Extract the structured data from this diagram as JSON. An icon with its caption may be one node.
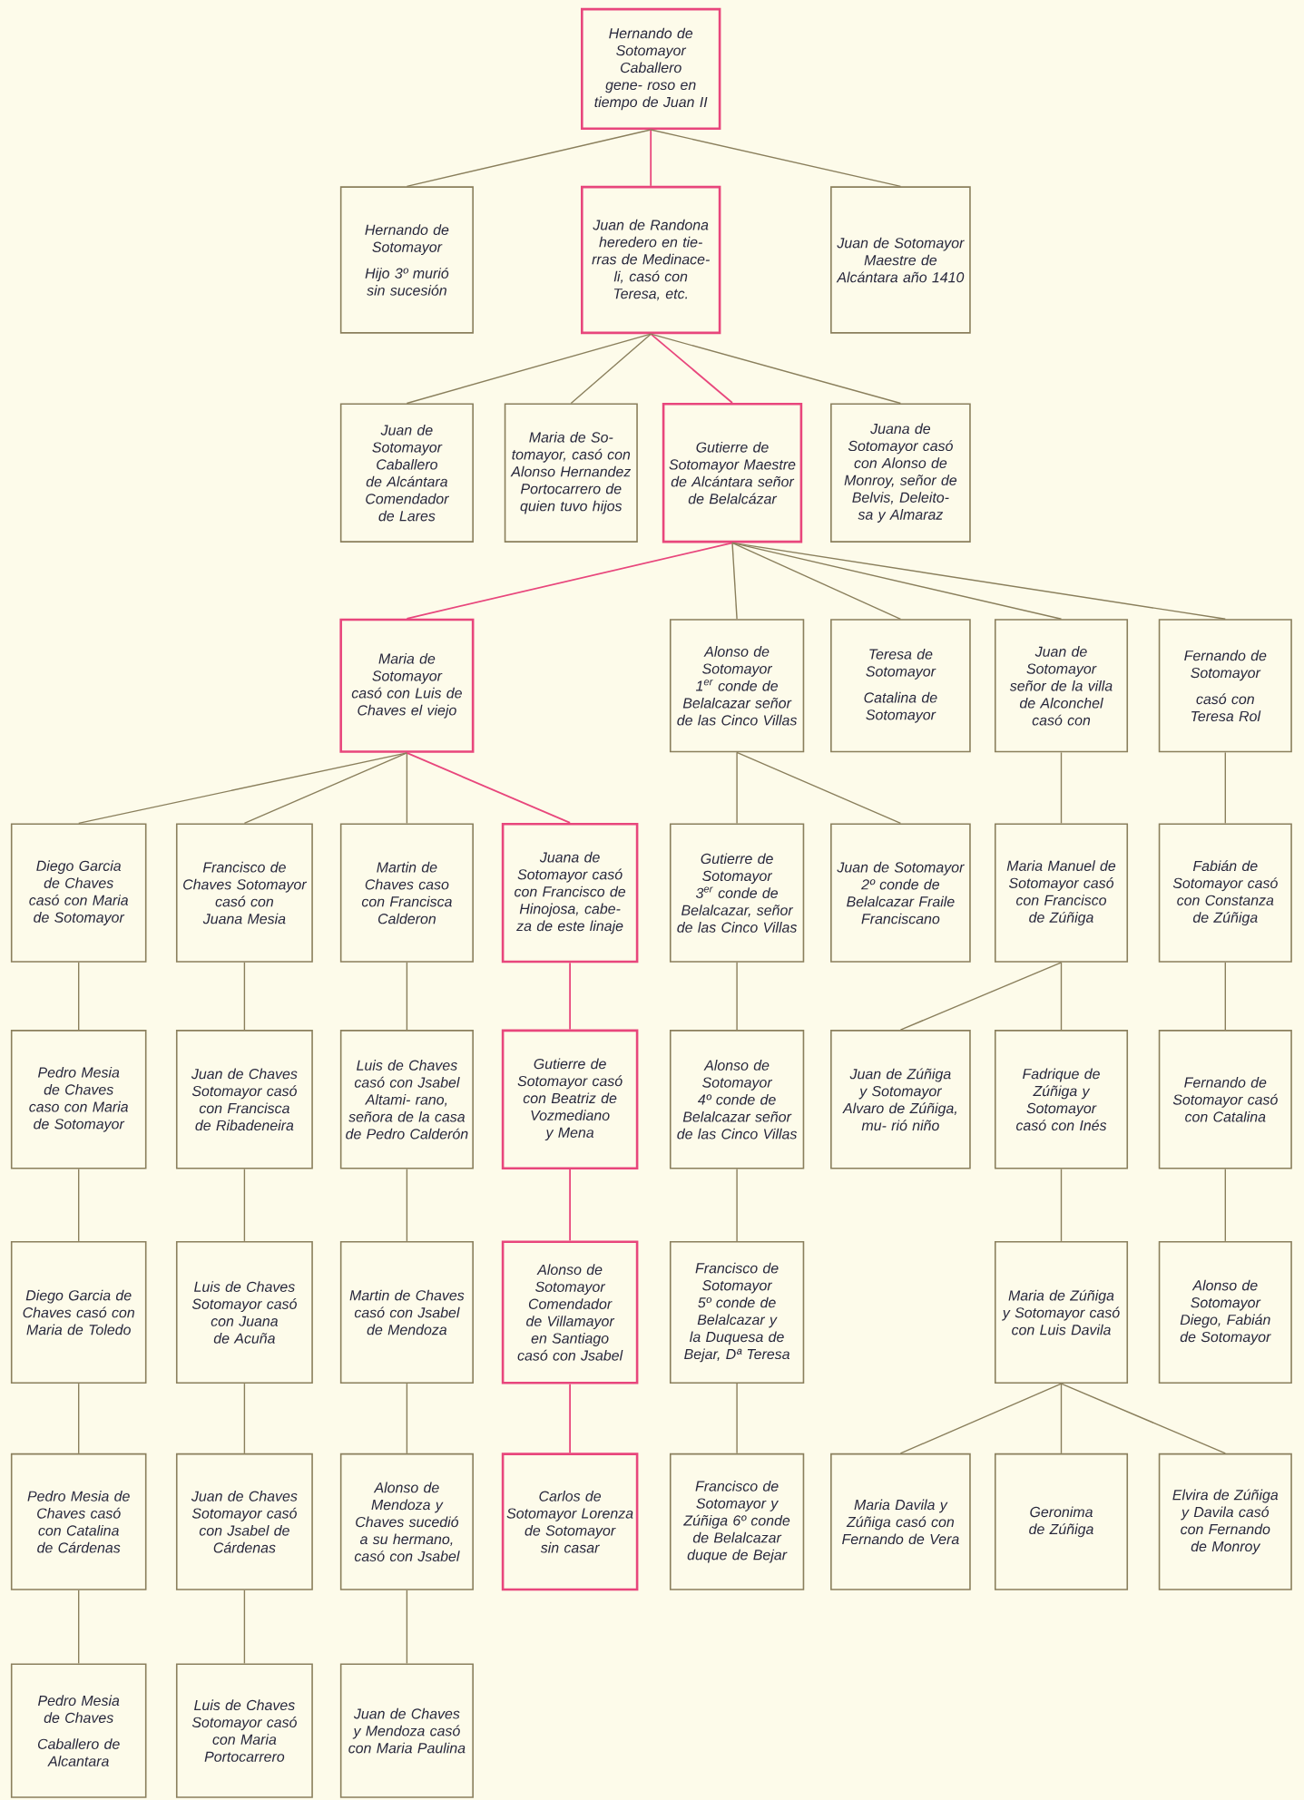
{
  "diagram": {
    "nodes": [
      {
        "text": [
          "Hernando de Sotomayor Caballero gene- roso en tiempo de Juan II"
        ]
      },
      {
        "text": [
          "Hernando de Sotomayor",
          "Hijo 3º murió sin sucesión"
        ]
      },
      {
        "text": [
          "Juan de Randona heredero en tie- rras de Medinace- li, casó con Teresa, etc."
        ]
      },
      {
        "text": [
          "Juan de Sotomayor Maestre de Alcántara año 1410"
        ]
      },
      {
        "text": [
          "Juan de Sotomayor Caballero de Alcántara Comendador de Lares"
        ]
      },
      {
        "text": [
          "Maria de So- tomayor, casó con Alonso Hernandez Portocarrero de quien tuvo hijos"
        ]
      },
      {
        "text": [
          "Gutierre de Sotomayor Maestre de Alcántara señor de Belalcázar"
        ]
      },
      {
        "text": [
          "Juana de Sotomayor casó con Alonso de Monroy, señor de Belvis, Deleito- sa y Almaraz"
        ]
      },
      {
        "text": [
          "Maria de Sotomayor casó con Luis de Chaves el viejo"
        ]
      },
      {
        "text": [
          "Alonso de Sotomayor 1$^{er}$ conde de Belalcazar señor de las Cinco Villas"
        ]
      },
      {
        "text": [
          "Teresa de Sotomayor",
          "Catalina de Sotomayor"
        ]
      },
      {
        "text": [
          "Juan de Sotomayor señor de la villa de Alconchel casó con"
        ]
      },
      {
        "text": [
          "Fernando de Sotomayor",
          "casó con Teresa Rol"
        ]
      },
      {
        "text": [
          "Diego Garcia de Chaves casó con Maria de Sotomayor"
        ]
      },
      {
        "text": [
          "Francisco de Chaves Sotomayor casó con Juana Mesia"
        ]
      },
      {
        "text": [
          "Martin de Chaves caso con Francisca Calderon"
        ]
      },
      {
        "text": [
          "Juana de Sotomayor casó con Francisco de Hinojosa, cabe- za de este linaje"
        ]
      },
      {
        "text": [
          "Gutierre de Sotomayor 3$^{er}$ conde de Belalcazar, señor de las Cinco Villas"
        ]
      },
      {
        "text": [
          "Juan de Sotomayor 2º conde de Belalcazar Fraile Franciscano"
        ]
      },
      {
        "text": [
          "Maria Manuel de Sotomayor casó con Francisco de Zúñiga"
        ]
      },
      {
        "text": [
          "Fabián de Sotomayor casó con Constanza de Zúñiga"
        ]
      },
      {
        "text": [
          "Pedro Mesia de Chaves caso con Maria de Sotomayor"
        ]
      },
      {
        "text": [
          "Juan de Chaves Sotomayor casó con Francisca de Ribadeneira"
        ]
      },
      {
        "text": [
          "Luis de Chaves casó con Jsabel Altami- rano, señora de la casa de Pedro Calderón"
        ]
      },
      {
        "text": [
          "Gutierre de Sotomayor casó con Beatriz de Vozmediano y Mena"
        ]
      },
      {
        "text": [
          "Alonso de Sotomayor 4º conde de Belalcazar señor de las Cinco Villas"
        ]
      },
      {
        "text": [
          "Juan de Zúñiga y Sotomayor Alvaro de Zúñiga, mu- rió niño"
        ]
      },
      {
        "text": [
          "Fadrique de Zúñiga y Sotomayor casó con Inés"
        ]
      },
      {
        "text": [
          "Fernando de Sotomayor casó con Catalina"
        ]
      },
      {
        "text": [
          "Diego Garcia de Chaves casó con Maria de Toledo"
        ]
      },
      {
        "text": [
          "Luis de Chaves Sotomayor casó con Juana de Acuña"
        ]
      },
      {
        "text": [
          "Martin de Chaves casó con Jsabel de Mendoza"
        ]
      },
      {
        "text": [
          "Alonso de Sotomayor Comendador de Villamayor en Santiago casó con Jsabel"
        ]
      },
      {
        "text": [
          "Francisco de Sotomayor 5º conde de Belalcazar y la Duquesa de Bejar, Dª Teresa"
        ]
      },
      {
        "text": [
          "Maria de Zúñiga y Sotomayor casó con Luis Davila"
        ]
      },
      {
        "text": [
          "Alonso de Sotomayor Diego, Fabián de Sotomayor"
        ]
      },
      {
        "text": [
          "Pedro Mesia de Chaves casó con Catalina de Cárdenas"
        ]
      },
      {
        "text": [
          "Juan de Chaves Sotomayor casó con Jsabel de Cárdenas"
        ]
      },
      {
        "text": [
          "Alonso de Mendoza y Chaves sucedió a su hermano, casó con Jsabel"
        ]
      },
      {
        "text": [
          "Carlos de Sotomayor Lorenza de Sotomayor sin casar"
        ]
      },
      {
        "text": [
          "Francisco de Sotomayor y Zúñiga 6º conde de Belalcazar duque de Bejar"
        ]
      },
      {
        "text": [
          "Maria Davila y Zúñiga casó con Fernando de Vera"
        ]
      },
      {
        "text": [
          "Geronima de Zúñiga"
        ]
      },
      {
        "text": [
          "Elvira de Zúñiga y Davila casó con Fernando de Monroy"
        ]
      },
      {
        "text": [
          "Pedro Mesia de Chaves",
          "Caballero de Alcantara"
        ]
      },
      {
        "text": [
          "Luis de Chaves Sotomayor casó con Maria Portocarrero"
        ]
      },
      {
        "text": [
          "Juan de Chaves y Mendoza casó con Maria Paulina"
        ]
      }
    ],
    "edges": [
      {
        "from": 0,
        "to": 1,
        "arrow": "none"
      },
      {
        "from": 0,
        "to": 2,
        "arrow": "none",
        "color": "#e8467c"
      },
      {
        "from": 0,
        "to": 3,
        "arrow": "none"
      },
      {
        "from": 2,
        "to": 4,
        "arrow": "none"
      },
      {
        "from": 2,
        "to": 5,
        "arrow": "none"
      },
      {
        "from": 2,
        "to": 6,
        "arrow": "none",
        "color": "#e8467c"
      },
      {
        "from": 2,
        "to": 7,
        "arrow": "none"
      },
      {
        "from": 6,
        "to": 8,
        "arrow": "none",
        "color": "#e8467c"
      },
      {
        "from": 6,
        "to": 9,
        "arrow": "none"
      },
      {
        "from": 6,
        "to": 10,
        "arrow": "none"
      },
      {
        "from": 6,
        "to": 11,
        "arrow": "none"
      },
      {
        "from": 6,
        "to": 12,
        "arrow": "none"
      },
      {
        "from": 8,
        "to": 13,
        "arrow": "none"
      },
      {
        "from": 8,
        "to": 14,
        "arrow": "none"
      },
      {
        "from": 8,
        "to": 15,
        "arrow": "none"
      },
      {
        "from": 8,
        "to": 16,
        "arrow": "none",
        "color": "#e8467c"
      },
      {
        "from": 9,
        "to": 17,
        "arrow": "none"
      },
      {
        "from": 9,
        "to": 18,
        "arrow": "none"
      },
      {
        "from": 11,
        "to": 19,
        "arrow": "none"
      },
      {
        "from": 12,
        "to": 20,
        "arrow": "none"
      },
      {
        "from": 13,
        "to": 21,
        "arrow": "none"
      },
      {
        "from": 14,
        "to": 22,
        "arrow": "none"
      },
      {
        "from": 15,
        "to": 23,
        "arrow": "none"
      },
      {
        "from": 16,
        "to": 24,
        "arrow": "none",
        "color": "#e8467c"
      },
      {
        "from": 17,
        "to": 25,
        "arrow": "none"
      },
      {
        "from": 19,
        "to": 26,
        "arrow": "none"
      },
      {
        "from": 19,
        "to": 27,
        "arrow": "none"
      },
      {
        "from": 20,
        "to": 28,
        "arrow": "none"
      },
      {
        "from": 21,
        "to": 29,
        "arrow": "none"
      },
      {
        "from": 22,
        "to": 30,
        "arrow": "none"
      },
      {
        "from": 23,
        "to": 31,
        "arrow": "none"
      },
      {
        "from": 24,
        "to": 32,
        "arrow": "none",
        "color": "#e8467c"
      },
      {
        "from": 25,
        "to": 33,
        "arrow": "none"
      },
      {
        "from": 27,
        "to": 34,
        "arrow": "none"
      },
      {
        "from": 28,
        "to": 35,
        "arrow": "none"
      },
      {
        "from": 29,
        "to": 36,
        "arrow": "none"
      },
      {
        "from": 30,
        "to": 37,
        "arrow": "none"
      },
      {
        "from": 31,
        "to": 38,
        "arrow": "none"
      },
      {
        "from": 32,
        "to": 39,
        "arrow": "none",
        "color": "#e8467c"
      },
      {
        "from": 33,
        "to": 40,
        "arrow": "none"
      },
      {
        "from": 34,
        "to": 41,
        "arrow": "none"
      },
      {
        "from": 34,
        "to": 42,
        "arrow": "none"
      },
      {
        "from": 34,
        "to": 43,
        "arrow": "none"
      },
      {
        "from": 36,
        "to": 44,
        "arrow": "none"
      },
      {
        "from": 37,
        "to": 45,
        "arrow": "none"
      },
      {
        "from": 38,
        "to": 46,
        "arrow": "none"
      }
    ]
  }
}
